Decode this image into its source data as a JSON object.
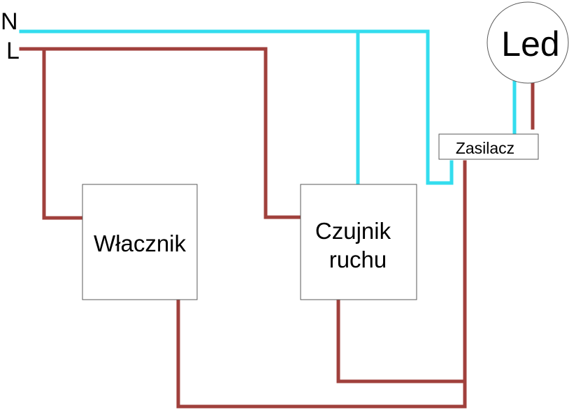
{
  "colors": {
    "neutral_wire": "#33ddee",
    "live_wire": "#a0403c",
    "box_border": "#5a5a5a",
    "text": "#000000",
    "background": "#ffffff"
  },
  "terminals": {
    "neutral": "N",
    "live": "L"
  },
  "components": {
    "switch": "Włacznik",
    "motion_sensor_line1": "Czujnik",
    "motion_sensor_line2": "ruchu",
    "power_supply": "Zasilacz",
    "led": "Led"
  }
}
